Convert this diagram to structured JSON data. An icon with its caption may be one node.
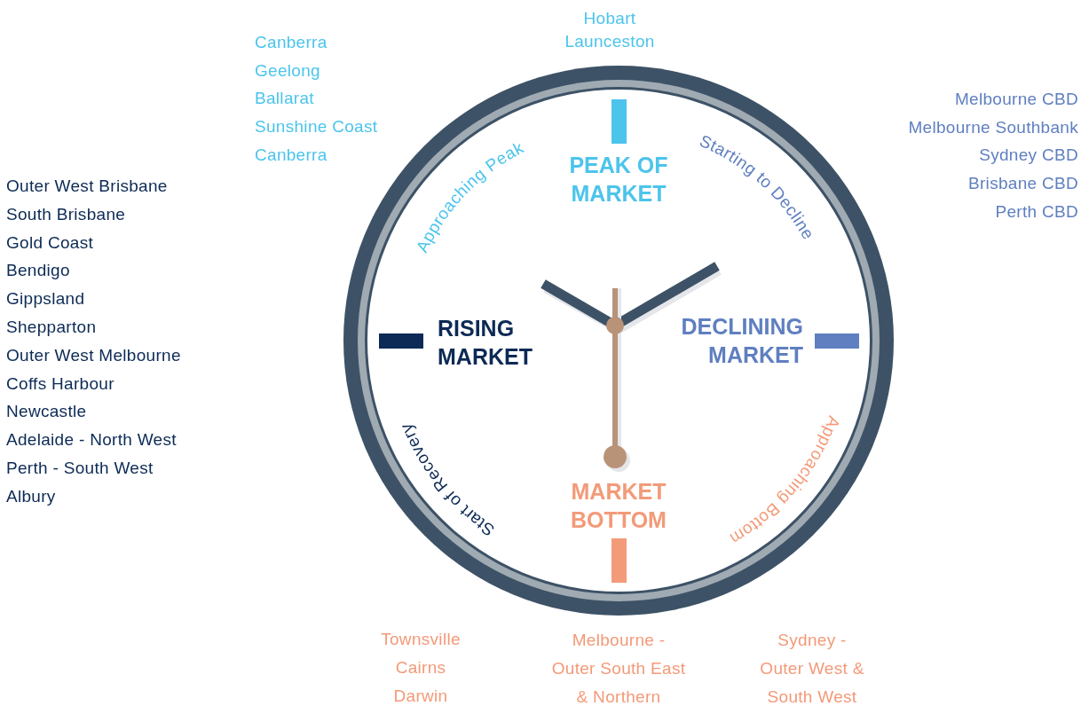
{
  "diagram": {
    "labels": [
      "Hobart",
      "Canberra",
      "Launceston",
      "Geelong",
      "Ballarat",
      "Sunshine Coast",
      "Canberra",
      "Melbourne CBD",
      "Melbourne Southbank",
      "Sydney CBD",
      "Brisbane CBD",
      "Perth CBD",
      "Outer West Brisbane",
      "South Brisbane",
      "Gold Coast",
      "Bendigo",
      "Gippsland",
      "Shepparton",
      "Outer West Melbourne",
      "Coffs Harbour",
      "Newcastle",
      "Adelaide - North West",
      "Perth - South West",
      "Albury",
      "PEAK OF MARKET",
      "Approaching Peak",
      "Starting to Decline",
      "RISING MARKET",
      "DECLINING MARKET",
      "Start of Recovery",
      "Approaching Bottom",
      "MARKET BOTTOM",
      "Townsville",
      "Cairns",
      "Darwin",
      "Melbourne - Outer South East & Northern",
      "Sydney - Outer West & South West"
    ]
  }
}
